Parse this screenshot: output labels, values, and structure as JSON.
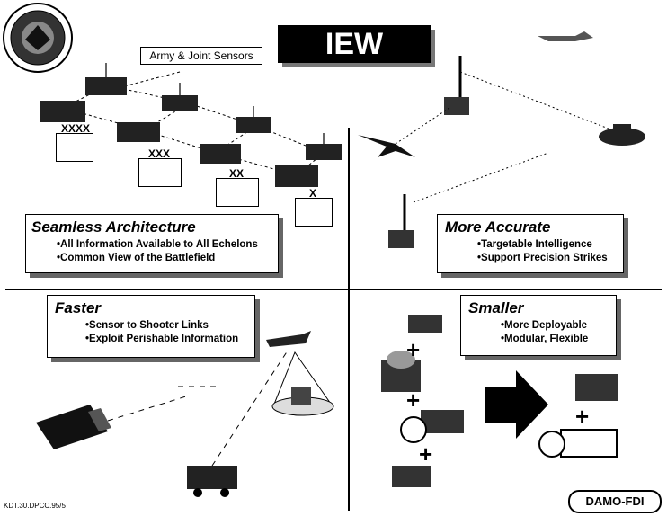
{
  "header": {
    "title": "IEW Vision",
    "sensors_callout": "Army & Joint Sensors"
  },
  "echelon_labels": [
    "XXXX",
    "XXX",
    "XX",
    "X"
  ],
  "panels": {
    "seamless": {
      "title": "Seamless Architecture",
      "bullets": [
        "All Information Available to All Echelons",
        "Common View of the Battlefield"
      ]
    },
    "accurate": {
      "title": "More Accurate",
      "bullets": [
        "Targetable Intelligence",
        "Support Precision Strikes"
      ]
    },
    "faster": {
      "title": "Faster",
      "bullets": [
        "Sensor to Shooter Links",
        "Exploit Perishable Information"
      ]
    },
    "smaller": {
      "title": "Smaller",
      "bullets": [
        "More Deployable",
        "Modular, Flexible"
      ]
    }
  },
  "plus_symbol": "+",
  "footer": {
    "doc_ref": "KDT.30.DPCC.95/5",
    "office": "DAMO-FDI"
  },
  "icons": [
    "seal-icon",
    "vehicle-icon",
    "aircraft-icon",
    "antenna-icon",
    "tank-icon",
    "arrow-right-icon"
  ]
}
